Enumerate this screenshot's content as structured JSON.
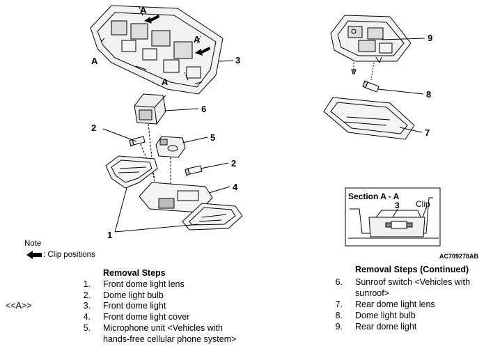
{
  "callouts": {
    "a1": "A",
    "a2": "A",
    "a3": "A",
    "a4": "A",
    "n1": "1",
    "n2a": "2",
    "n2b": "2",
    "n3": "3",
    "n4": "4",
    "n5": "5",
    "n6": "6",
    "n7": "7",
    "n8": "8",
    "n9": "9"
  },
  "note": {
    "title": "Note",
    "clip_text": ": Clip positions"
  },
  "section": {
    "title": "Section A - A",
    "num": "3",
    "clip": "Clip"
  },
  "figure_code": "AC709278AB",
  "left_steps": {
    "title": "Removal Steps",
    "marker": "<<A>>",
    "items": [
      {
        "n": "1.",
        "text": "Front dome light lens"
      },
      {
        "n": "2.",
        "text": "Dome light bulb"
      },
      {
        "n": "3.",
        "text": "Front dome light"
      },
      {
        "n": "4.",
        "text": "Front dome light cover"
      },
      {
        "n": "5.",
        "text": "Microphone unit <Vehicles with"
      }
    ],
    "item5_cont": "hands-free cellular phone system>"
  },
  "right_steps": {
    "title": "Removal Steps (Continued)",
    "items": [
      {
        "n": "6.",
        "text": "Sunroof switch <Vehicles with"
      },
      {
        "n": "7.",
        "text": "Rear dome light lens"
      },
      {
        "n": "8.",
        "text": "Dome light bulb"
      },
      {
        "n": "9.",
        "text": "Rear dome light"
      }
    ],
    "item6_cont": "sunroof>"
  },
  "colors": {
    "line": "#000000",
    "shade": "#e6e6e6"
  }
}
